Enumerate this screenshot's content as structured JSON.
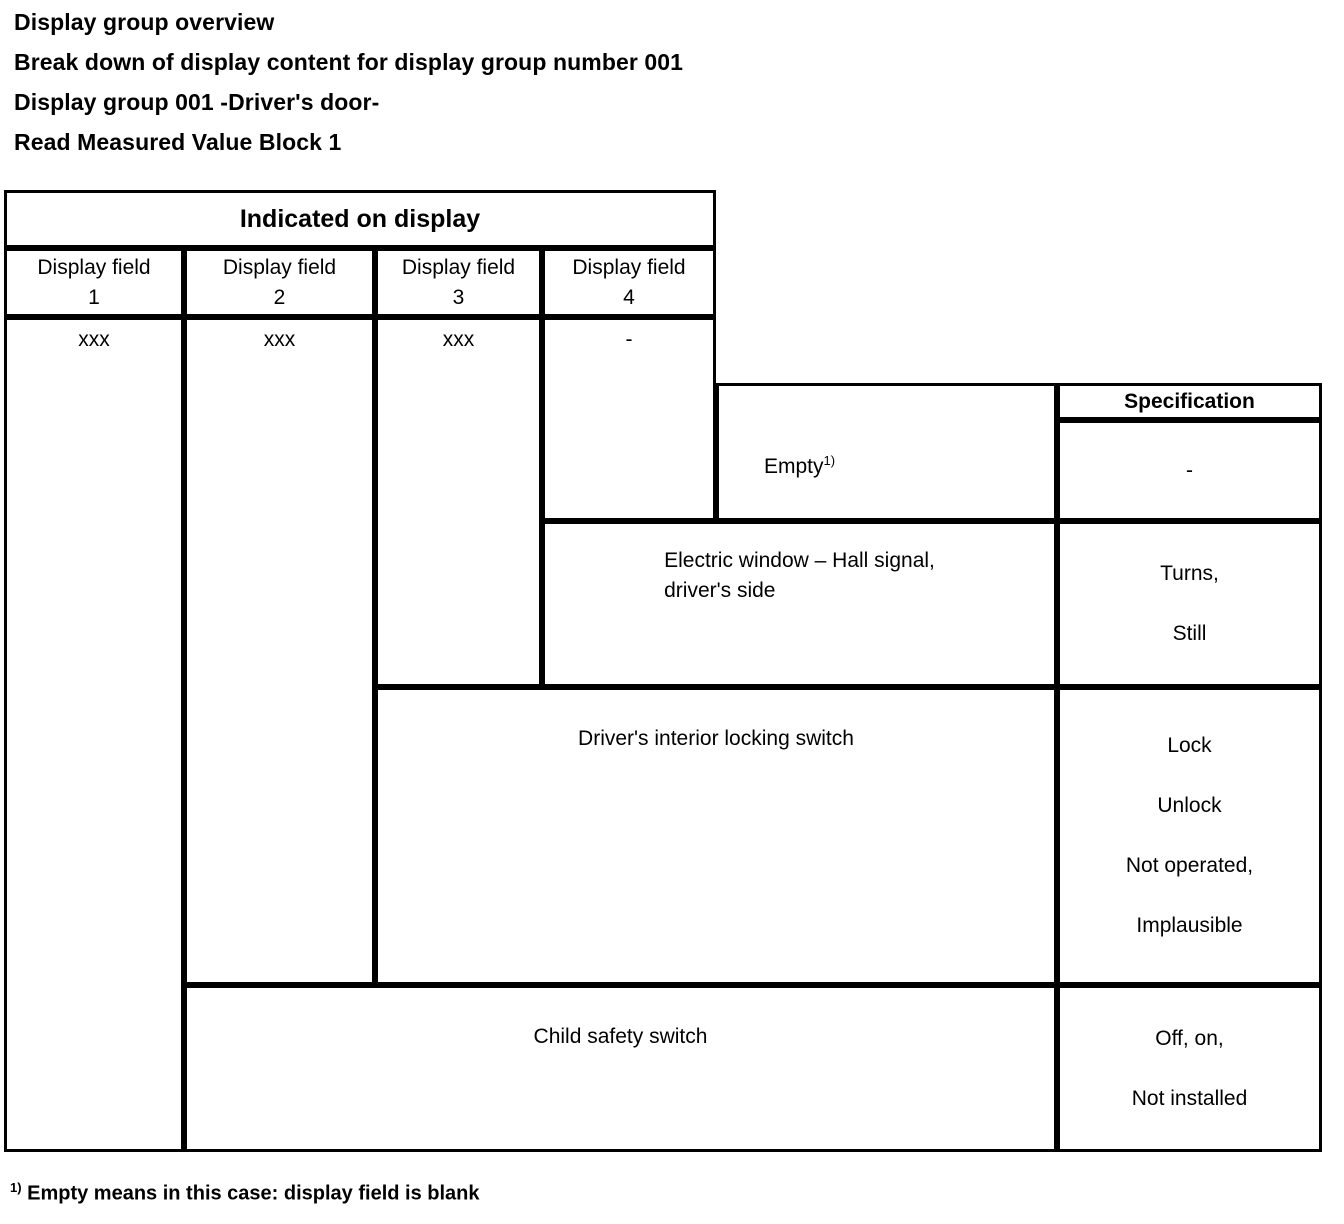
{
  "heading": {
    "line1": "Display group overview",
    "line2": "Break down of display content for display group number 001",
    "line3": "Display group 001 -Driver's door-",
    "line4": "Read Measured Value Block 1"
  },
  "table": {
    "group_header": "Indicated on display",
    "spec_header": "Specification",
    "columns": [
      {
        "label": "Display field\n1",
        "value": "xxx"
      },
      {
        "label": "Display field\n2",
        "value": "xxx"
      },
      {
        "label": "Display field\n3",
        "value": "xxx"
      },
      {
        "label": "Display field\n4",
        "value": "-"
      }
    ],
    "rows": [
      {
        "description": "Empty",
        "footnote_mark": "1)",
        "specification": "-"
      },
      {
        "description": "Electric window – Hall signal,\ndriver's side",
        "specification": "Turns,\n\nStill"
      },
      {
        "description": "Driver's interior locking switch",
        "specification": "Lock\n\nUnlock\n\nNot operated,\n\nImplausible"
      },
      {
        "description": "Child safety switch",
        "specification": "Off, on,\n\nNot installed"
      }
    ]
  },
  "footnote": {
    "mark": "1)",
    "text": "Empty means in this case: display field is blank"
  }
}
